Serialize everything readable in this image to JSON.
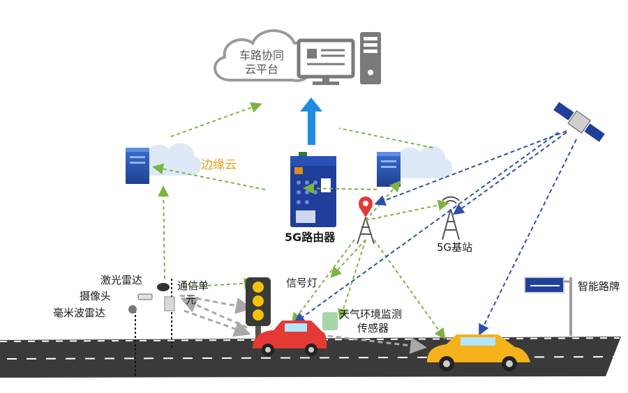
{
  "cloud_platform": {
    "line1": "车路协同",
    "line2": "云平台"
  },
  "edge_cloud_label": "边缘云",
  "router_label": "5G路由器",
  "base_station_label": "5G基站",
  "sensors": {
    "lidar": "激光雷达",
    "camera": "摄像头",
    "mmwave_radar": "毫米波雷达"
  },
  "comm_unit": {
    "line1": "通信单",
    "line2": "元"
  },
  "traffic_light_label": "信号灯",
  "env_sensor": {
    "line1": "天气环境监测",
    "line2": "传感器"
  },
  "smart_sign_label": "智能路牌",
  "colors": {
    "green_link": "#7cb342",
    "blue_link": "#2f4fa8",
    "gray_link": "#a8a8a8",
    "upload_arrow": "#1f8ce0",
    "road": "#3a3a3a",
    "edge_cloud_text": "#e0a020"
  }
}
